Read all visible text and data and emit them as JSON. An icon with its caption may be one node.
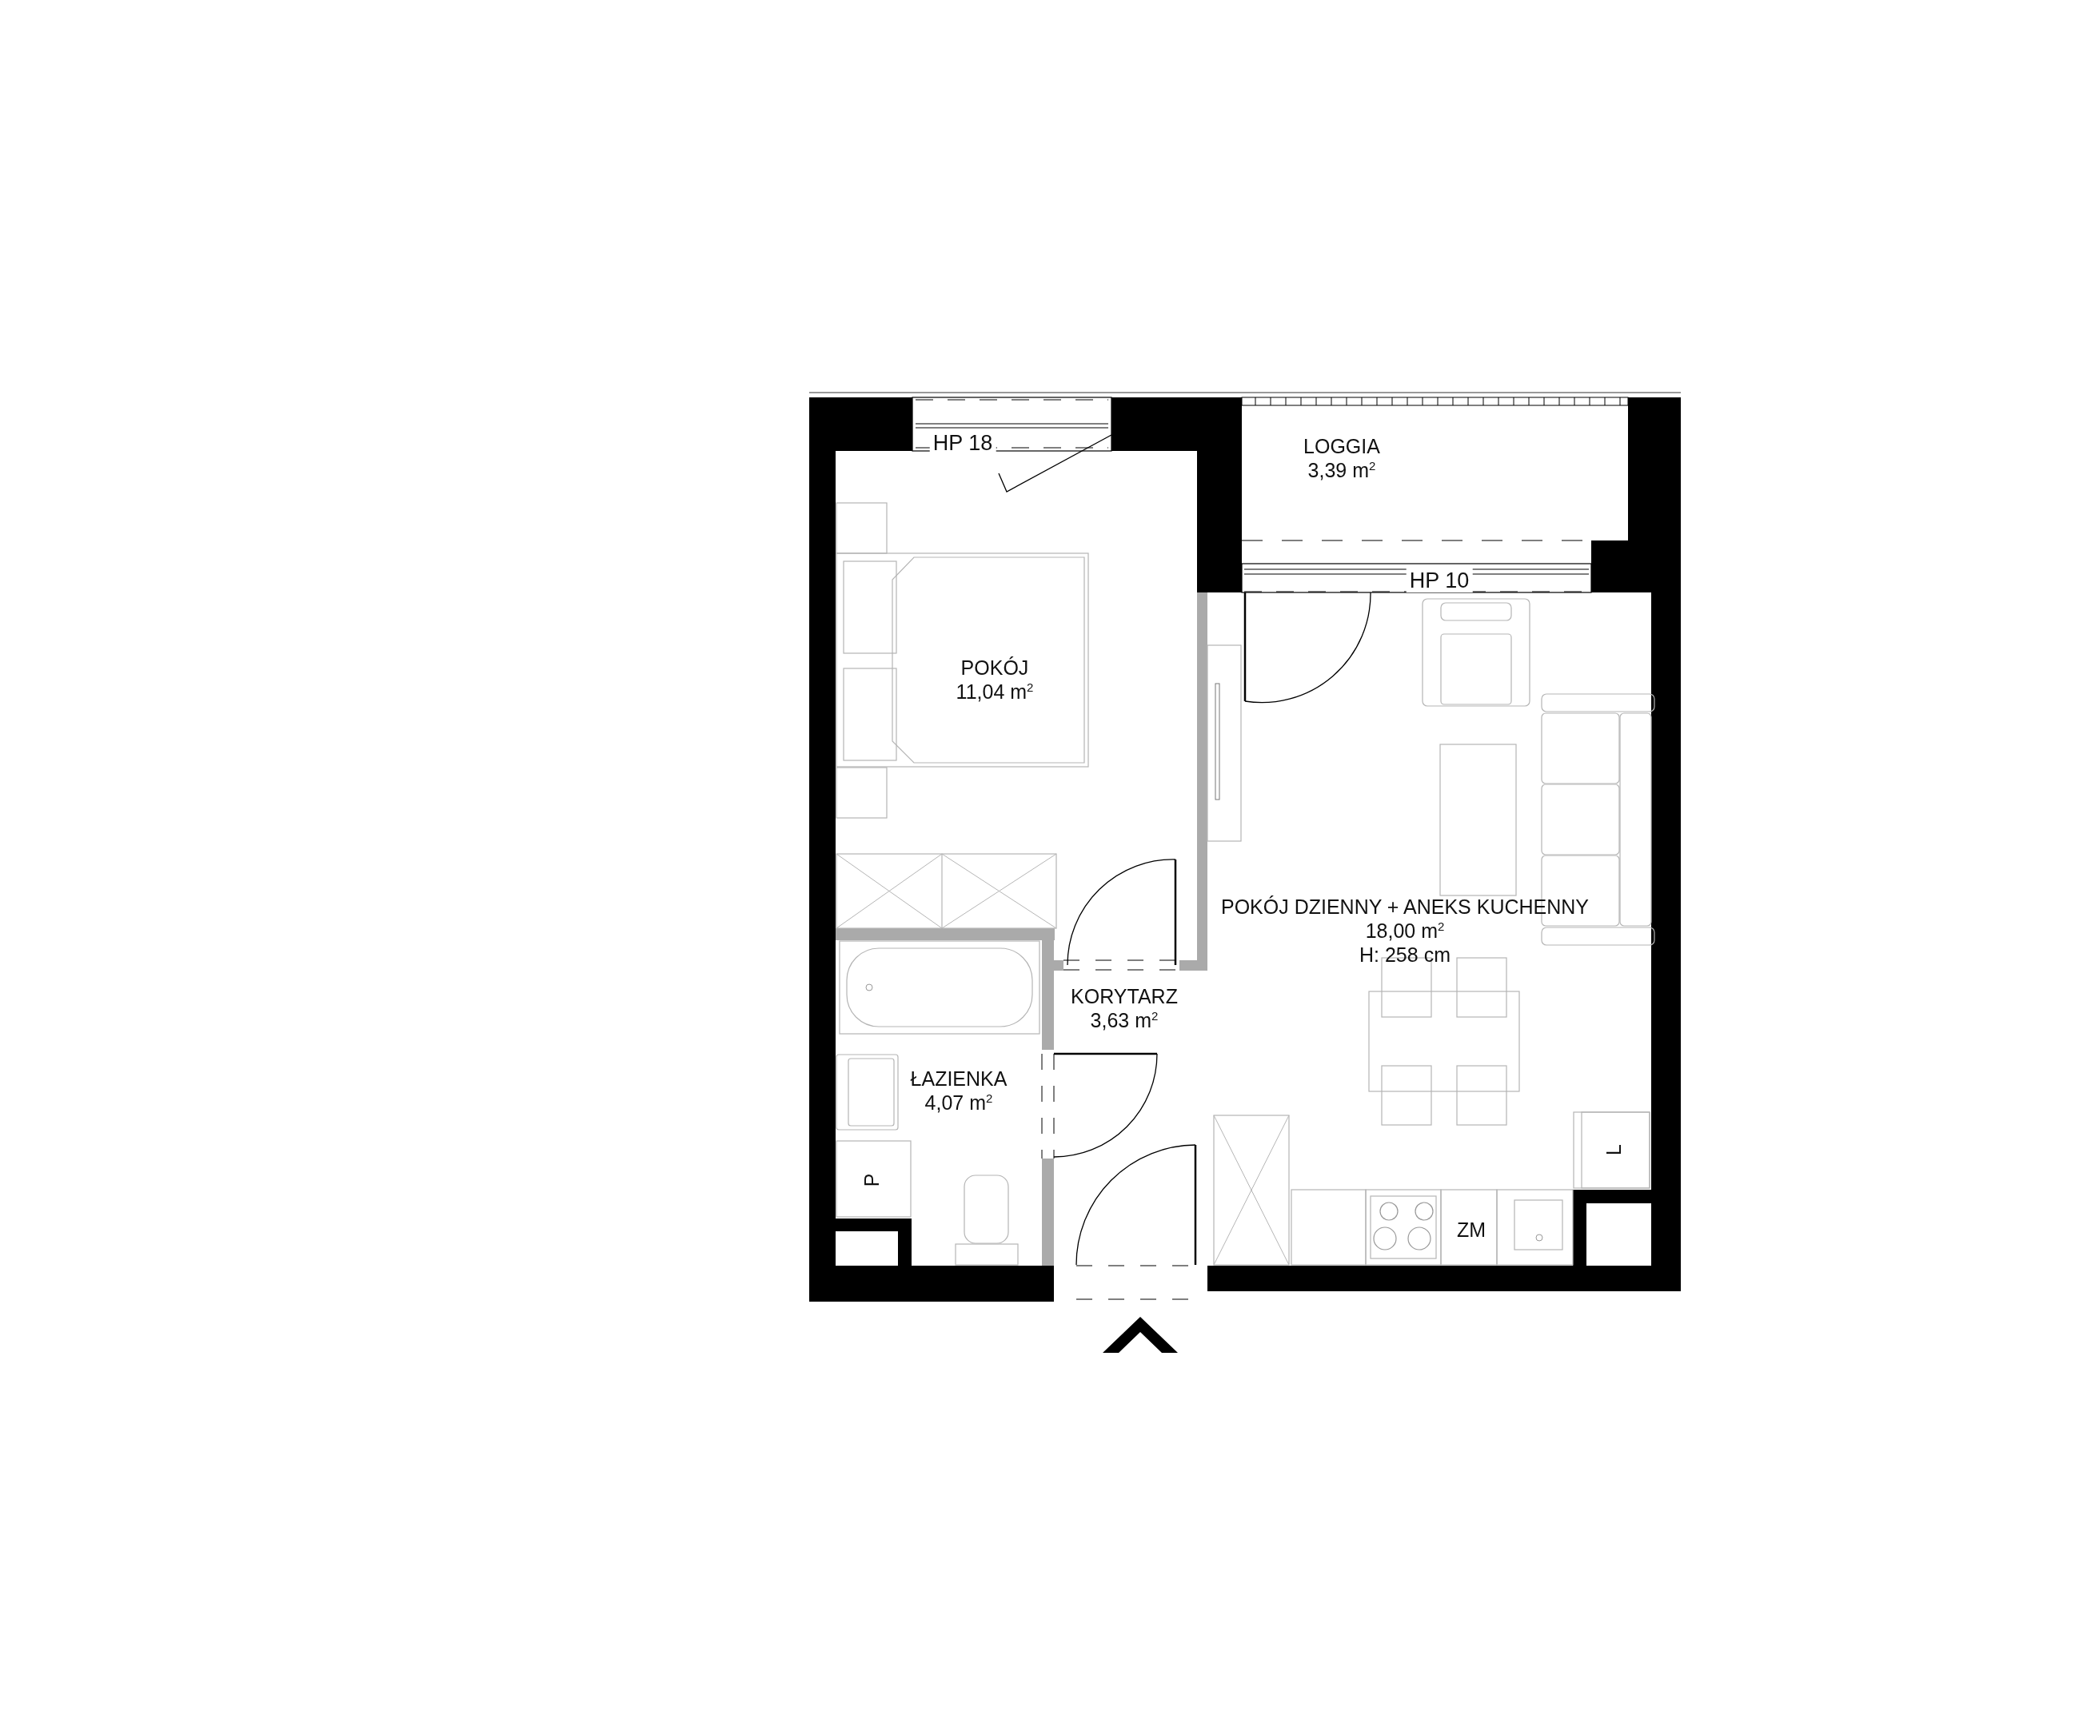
{
  "diagram": {
    "nodes": [
      {
        "text": [
          "LOGGIA",
          "3,39 m$^{2}$"
        ]
      },
      {
        "text": [
          "POKÓJ",
          "11,04 m$^{2}$"
        ]
      },
      {
        "text": [
          "POKÓJ DZIENNY + ANEKS KUCHENNY",
          "18,00 m$^{2}$",
          "H: 258 cm"
        ]
      },
      {
        "text": [
          "KORYTARZ",
          "3,63 m$^{2}$"
        ]
      },
      {
        "text": [
          "ŁAZIENKA",
          "4,07 m$^{2}$"
        ]
      }
    ],
    "edges": [],
    "labels": [
      "HP 18",
      "HP 10",
      "L",
      "P",
      "ZM"
    ]
  }
}
